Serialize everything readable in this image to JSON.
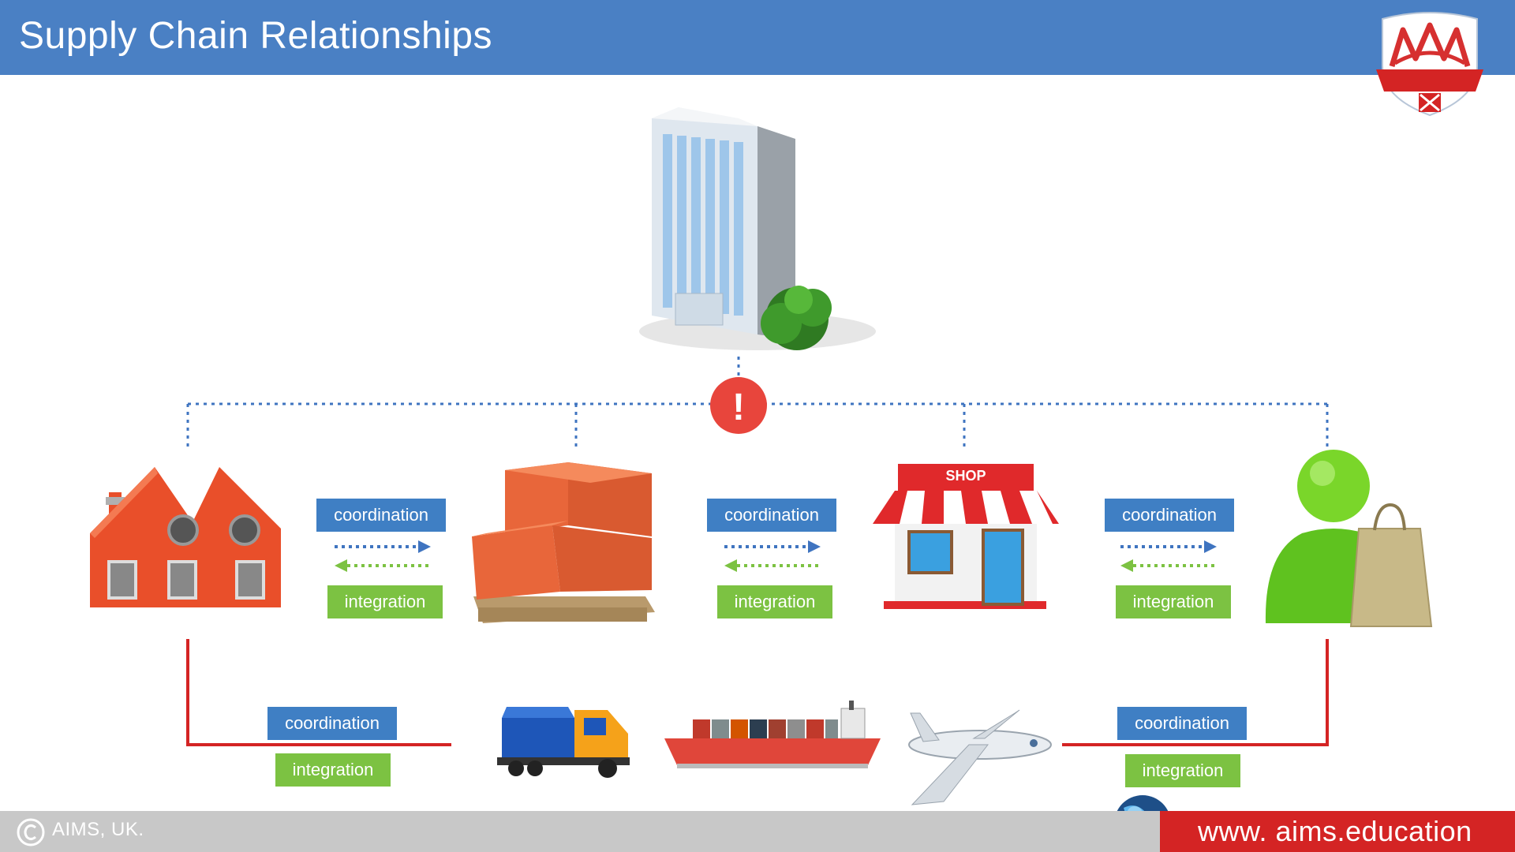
{
  "header": {
    "title": "Supply Chain Relationships"
  },
  "diagram": {
    "alert_symbol": "!",
    "shop_sign": "SHOP",
    "nodes": [
      "factory-icon",
      "warehouse-boxes-icon",
      "shop-icon",
      "customer-icon"
    ],
    "transport": [
      "truck-icon",
      "cargo-ship-icon",
      "airplane-icon"
    ],
    "links": [
      {
        "coordination": "coordination",
        "integration": "integration"
      },
      {
        "coordination": "coordination",
        "integration": "integration"
      },
      {
        "coordination": "coordination",
        "integration": "integration"
      }
    ],
    "bottom_links": [
      {
        "coordination": "coordination",
        "integration": "integration"
      },
      {
        "coordination": "coordination",
        "integration": "integration"
      }
    ]
  },
  "footer": {
    "copyright": "AIMS, UK.",
    "url": "www. aims.education"
  },
  "colors": {
    "header": "#4a80c4",
    "coordination": "#3f7fc4",
    "integration": "#7cc242",
    "alert": "#e8453c",
    "footer_accent": "#d42424"
  }
}
